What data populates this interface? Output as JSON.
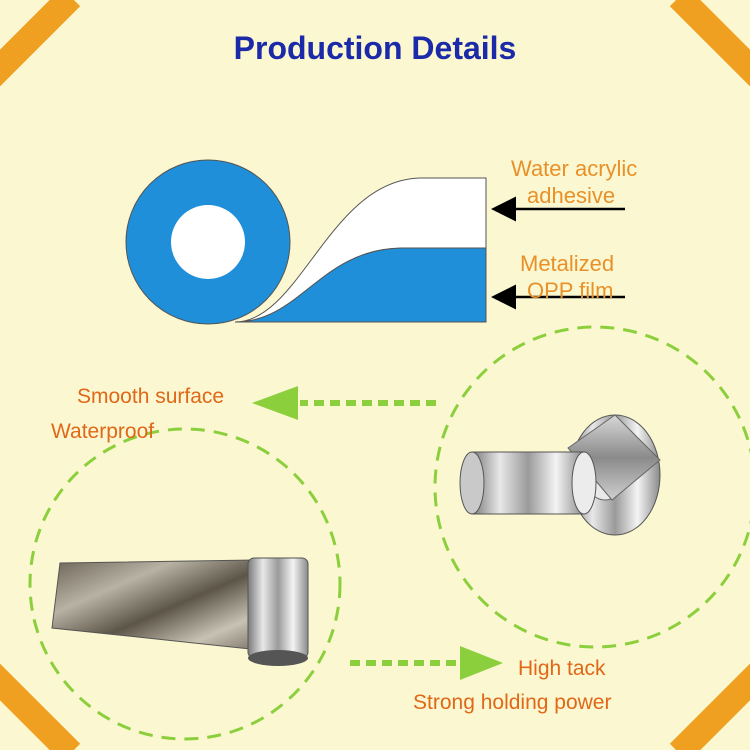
{
  "title": "Production Details",
  "diagram": {
    "adhesive_label_line1": "Water acrylic",
    "adhesive_label_line2": "adhesive",
    "film_label_line1": "Metalized",
    "film_label_line2": "OPP film"
  },
  "features": {
    "surface_line1": "Smooth surface",
    "surface_line2": "Waterproof",
    "tack_line1": "High tack",
    "tack_line2": "Strong holding power"
  },
  "colors": {
    "background": "#fbf7d0",
    "title": "#1a2aa8",
    "label": "#e8912a",
    "feature_text": "#e06818",
    "accent_green": "#8ccf3c",
    "corner": "#f0a020",
    "roll_blue": "#1e8fd8"
  }
}
